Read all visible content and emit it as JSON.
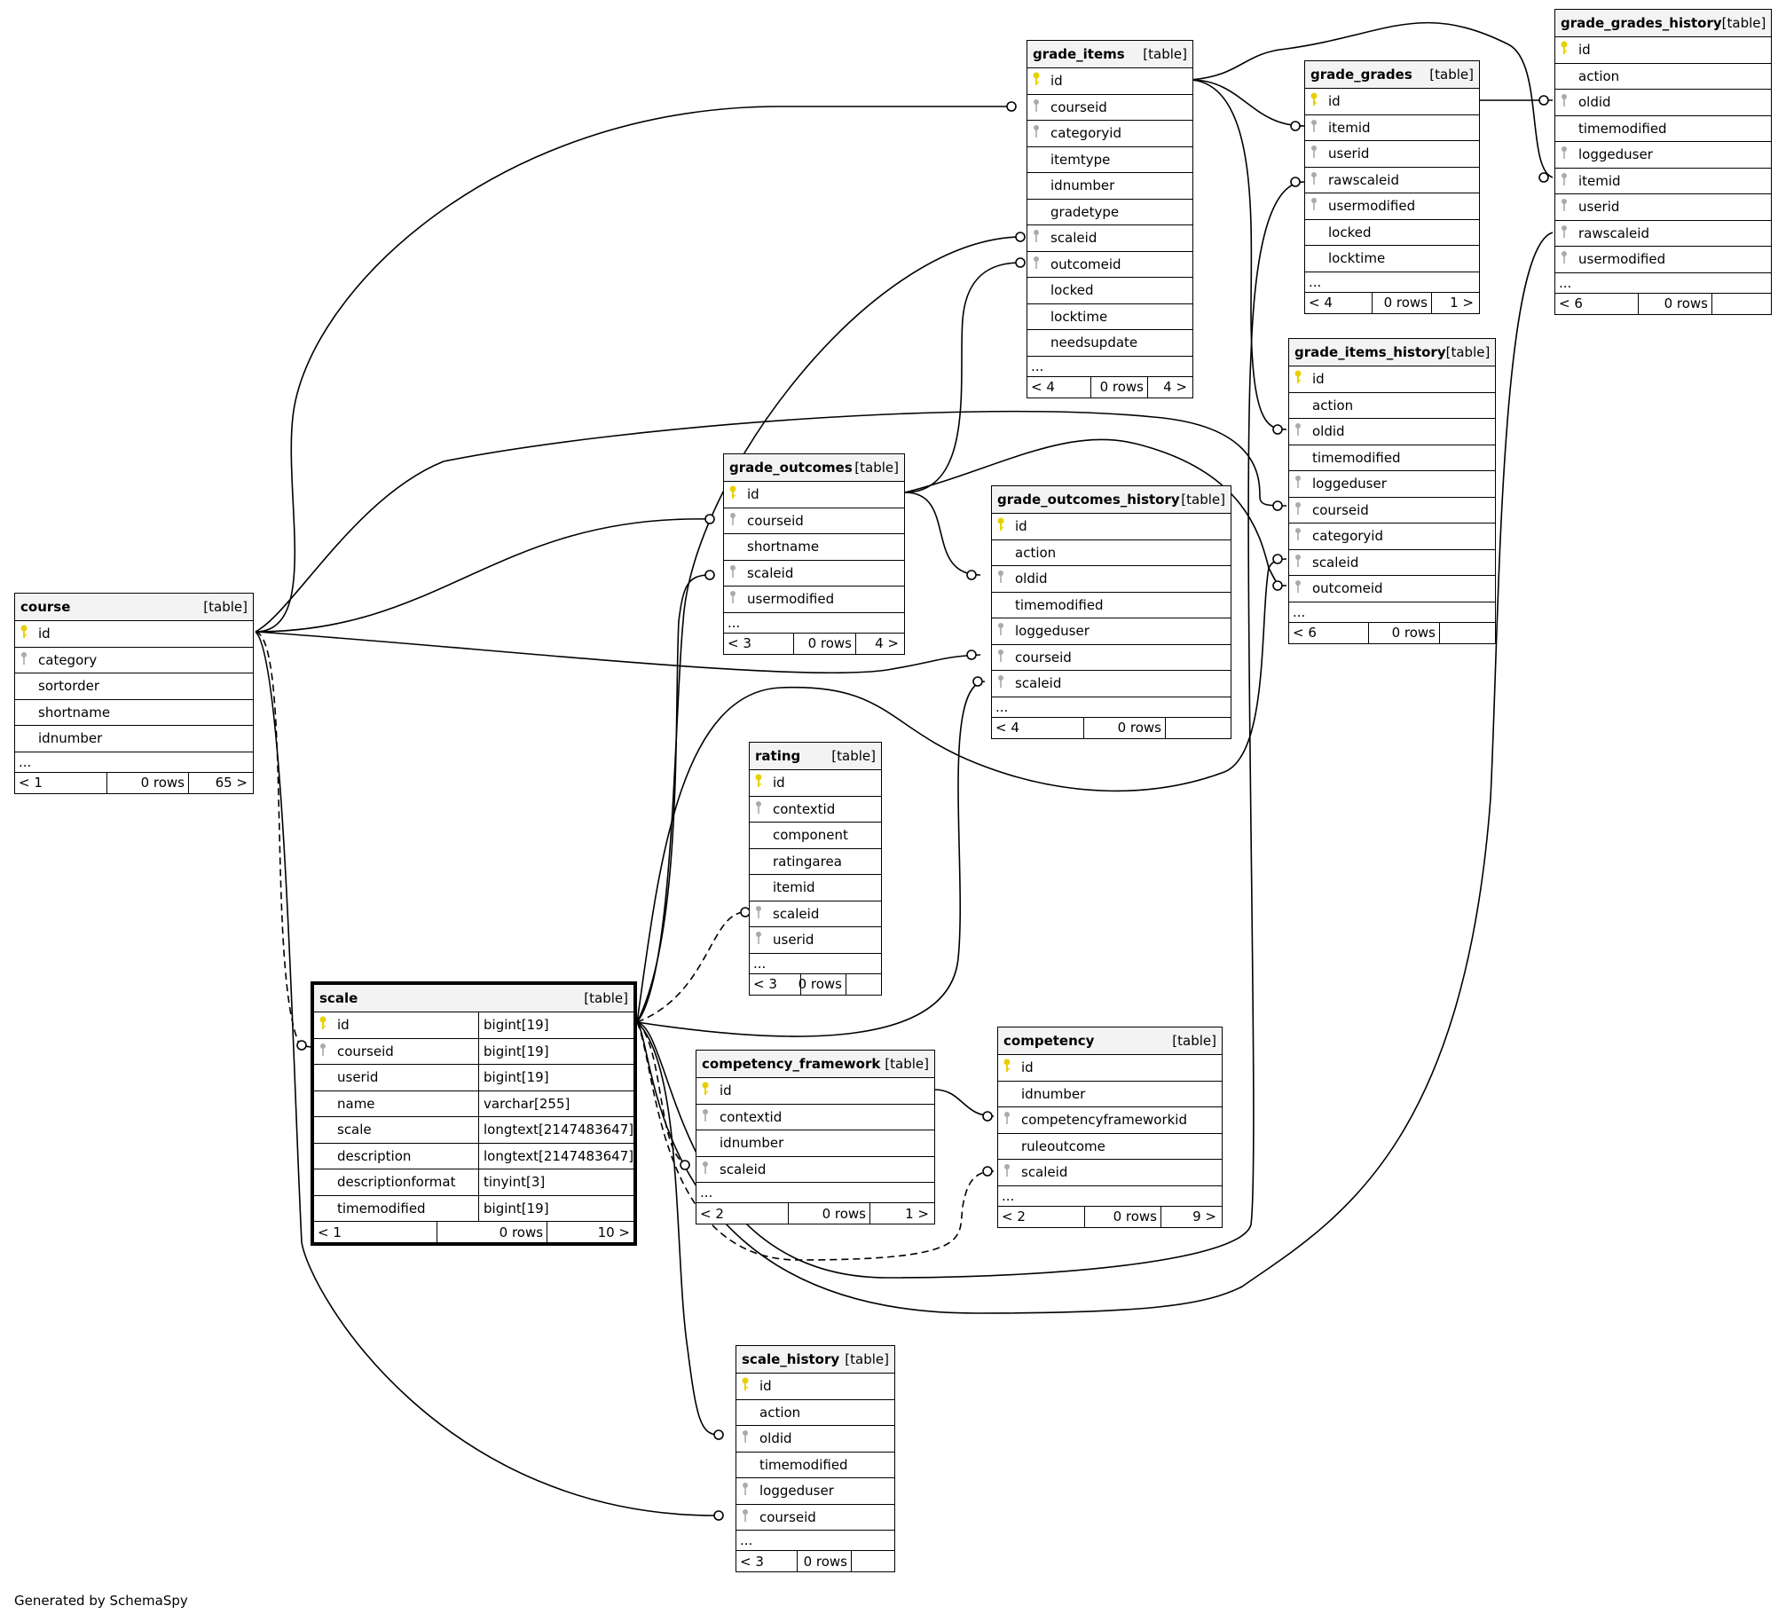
{
  "footer": "Generated by SchemaSpy",
  "icons": {
    "primary_key": "yellow-key-icon",
    "foreign_key": "gray-key-icon"
  },
  "colors": {
    "primary_key": "#e8d000",
    "foreign_key": "#aaaaaa",
    "header_bg": "#f3f3f3"
  },
  "tables": [
    {
      "id": "grade_items",
      "name": "grade_items",
      "type": "[table]",
      "focus": false,
      "columns": [
        [
          "id",
          "pk"
        ],
        [
          "courseid",
          "fk"
        ],
        [
          "categoryid",
          "fk"
        ],
        [
          "itemtype",
          ""
        ],
        [
          "idnumber",
          ""
        ],
        [
          "gradetype",
          ""
        ],
        [
          "scaleid",
          "fk"
        ],
        [
          "outcomeid",
          "fk"
        ],
        [
          "locked",
          ""
        ],
        [
          "locktime",
          ""
        ],
        [
          "needsupdate",
          ""
        ]
      ],
      "more": true,
      "footer": [
        "< 4",
        "0 rows",
        "4 >"
      ]
    },
    {
      "id": "grade_grades",
      "name": "grade_grades",
      "type": "[table]",
      "focus": false,
      "columns": [
        [
          "id",
          "pk"
        ],
        [
          "itemid",
          "fk"
        ],
        [
          "userid",
          "fk"
        ],
        [
          "rawscaleid",
          "fk"
        ],
        [
          "usermodified",
          "fk"
        ],
        [
          "locked",
          ""
        ],
        [
          "locktime",
          ""
        ]
      ],
      "more": true,
      "footer": [
        "< 4",
        "0 rows",
        "1 >"
      ]
    },
    {
      "id": "grade_grades_history",
      "name": "grade_grades_history",
      "type": "[table]",
      "focus": false,
      "columns": [
        [
          "id",
          "pk"
        ],
        [
          "action",
          ""
        ],
        [
          "oldid",
          "fk"
        ],
        [
          "timemodified",
          ""
        ],
        [
          "loggeduser",
          "fk"
        ],
        [
          "itemid",
          "fk"
        ],
        [
          "userid",
          "fk"
        ],
        [
          "rawscaleid",
          "fk"
        ],
        [
          "usermodified",
          "fk"
        ]
      ],
      "more": true,
      "footer": [
        "< 6",
        "0 rows",
        ""
      ]
    },
    {
      "id": "grade_items_history",
      "name": "grade_items_history",
      "type": "[table]",
      "focus": false,
      "columns": [
        [
          "id",
          "pk"
        ],
        [
          "action",
          ""
        ],
        [
          "oldid",
          "fk"
        ],
        [
          "timemodified",
          ""
        ],
        [
          "loggeduser",
          "fk"
        ],
        [
          "courseid",
          "fk"
        ],
        [
          "categoryid",
          "fk"
        ],
        [
          "scaleid",
          "fk"
        ],
        [
          "outcomeid",
          "fk"
        ]
      ],
      "more": true,
      "footer": [
        "< 6",
        "0 rows",
        ""
      ]
    },
    {
      "id": "grade_outcomes",
      "name": "grade_outcomes",
      "type": "[table]",
      "focus": false,
      "columns": [
        [
          "id",
          "pk"
        ],
        [
          "courseid",
          "fk"
        ],
        [
          "shortname",
          ""
        ],
        [
          "scaleid",
          "fk"
        ],
        [
          "usermodified",
          "fk"
        ]
      ],
      "more": true,
      "footer": [
        "< 3",
        "0 rows",
        "4 >"
      ]
    },
    {
      "id": "grade_outcomes_history",
      "name": "grade_outcomes_history",
      "type": "[table]",
      "focus": false,
      "columns": [
        [
          "id",
          "pk"
        ],
        [
          "action",
          ""
        ],
        [
          "oldid",
          "fk"
        ],
        [
          "timemodified",
          ""
        ],
        [
          "loggeduser",
          "fk"
        ],
        [
          "courseid",
          "fk"
        ],
        [
          "scaleid",
          "fk"
        ]
      ],
      "more": true,
      "footer": [
        "< 4",
        "0 rows",
        ""
      ]
    },
    {
      "id": "course",
      "name": "course",
      "type": "[table]",
      "focus": false,
      "columns": [
        [
          "id",
          "pk"
        ],
        [
          "category",
          "fk"
        ],
        [
          "sortorder",
          ""
        ],
        [
          "shortname",
          ""
        ],
        [
          "idnumber",
          ""
        ]
      ],
      "more": true,
      "footer": [
        "< 1",
        "0 rows",
        "65 >"
      ]
    },
    {
      "id": "rating",
      "name": "rating",
      "type": "[table]",
      "focus": false,
      "columns": [
        [
          "id",
          "pk"
        ],
        [
          "contextid",
          "fk"
        ],
        [
          "component",
          ""
        ],
        [
          "ratingarea",
          ""
        ],
        [
          "itemid",
          ""
        ],
        [
          "scaleid",
          "fk"
        ],
        [
          "userid",
          "fk"
        ]
      ],
      "more": true,
      "footer": [
        "< 3",
        "0 rows",
        ""
      ]
    },
    {
      "id": "scale",
      "name": "scale",
      "type": "[table]",
      "focus": true,
      "columns": [
        [
          "id",
          "pk",
          "bigint[19]"
        ],
        [
          "courseid",
          "fk",
          "bigint[19]"
        ],
        [
          "userid",
          "",
          "bigint[19]"
        ],
        [
          "name",
          "",
          "varchar[255]"
        ],
        [
          "scale",
          "",
          "longtext[2147483647]"
        ],
        [
          "description",
          "",
          "longtext[2147483647]"
        ],
        [
          "descriptionformat",
          "",
          "tinyint[3]"
        ],
        [
          "timemodified",
          "",
          "bigint[19]"
        ]
      ],
      "more": false,
      "footer": [
        "< 1",
        "0 rows",
        "10 >"
      ]
    },
    {
      "id": "competency_framework",
      "name": "competency_framework",
      "type": "[table]",
      "focus": false,
      "columns": [
        [
          "id",
          "pk"
        ],
        [
          "contextid",
          "fk"
        ],
        [
          "idnumber",
          ""
        ],
        [
          "scaleid",
          "fk"
        ]
      ],
      "more": true,
      "footer": [
        "< 2",
        "0 rows",
        "1 >"
      ]
    },
    {
      "id": "competency",
      "name": "competency",
      "type": "[table]",
      "focus": false,
      "columns": [
        [
          "id",
          "pk"
        ],
        [
          "idnumber",
          ""
        ],
        [
          "competencyframeworkid",
          "fk"
        ],
        [
          "ruleoutcome",
          ""
        ],
        [
          "scaleid",
          "fk"
        ]
      ],
      "more": true,
      "footer": [
        "< 2",
        "0 rows",
        "9 >"
      ]
    },
    {
      "id": "scale_history",
      "name": "scale_history",
      "type": "[table]",
      "focus": false,
      "columns": [
        [
          "id",
          "pk"
        ],
        [
          "action",
          ""
        ],
        [
          "oldid",
          "fk"
        ],
        [
          "timemodified",
          ""
        ],
        [
          "loggeduser",
          "fk"
        ],
        [
          "courseid",
          "fk"
        ]
      ],
      "more": true,
      "footer": [
        "< 3",
        "0 rows",
        ""
      ]
    }
  ]
}
